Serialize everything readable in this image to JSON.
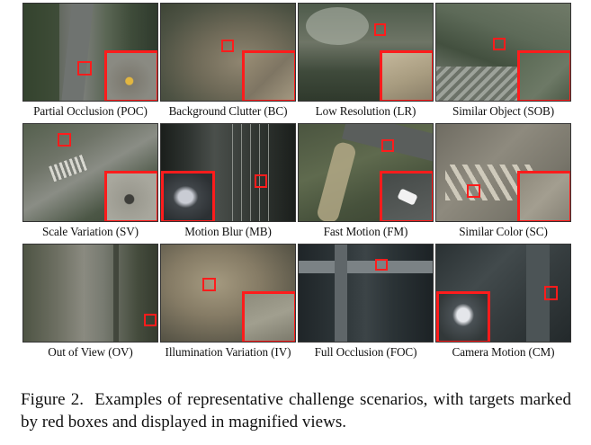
{
  "figure": {
    "label": "Figure 2.",
    "caption": "Examples of representative challenge scenarios, with targets marked by red boxes and displayed in magnified views."
  },
  "panels": [
    {
      "name": "partial-occlusion",
      "caption": "Partial Occlusion (POC)"
    },
    {
      "name": "background-clutter",
      "caption": "Background Clutter (BC)"
    },
    {
      "name": "low-resolution",
      "caption": "Low Resolution (LR)"
    },
    {
      "name": "similar-object",
      "caption": "Similar Object (SOB)"
    },
    {
      "name": "scale-variation",
      "caption": "Scale Variation (SV)"
    },
    {
      "name": "motion-blur",
      "caption": "Motion Blur (MB)"
    },
    {
      "name": "fast-motion",
      "caption": "Fast Motion (FM)"
    },
    {
      "name": "similar-color",
      "caption": "Similar Color (SC)"
    },
    {
      "name": "out-of-view",
      "caption": "Out of View (OV)"
    },
    {
      "name": "illumination-variation",
      "caption": "Illumination Variation (IV)"
    },
    {
      "name": "full-occlusion",
      "caption": "Full Occlusion (FOC)"
    },
    {
      "name": "camera-motion",
      "caption": "Camera Motion (CM)"
    }
  ],
  "colors": {
    "marker": "#ff1c1c"
  }
}
